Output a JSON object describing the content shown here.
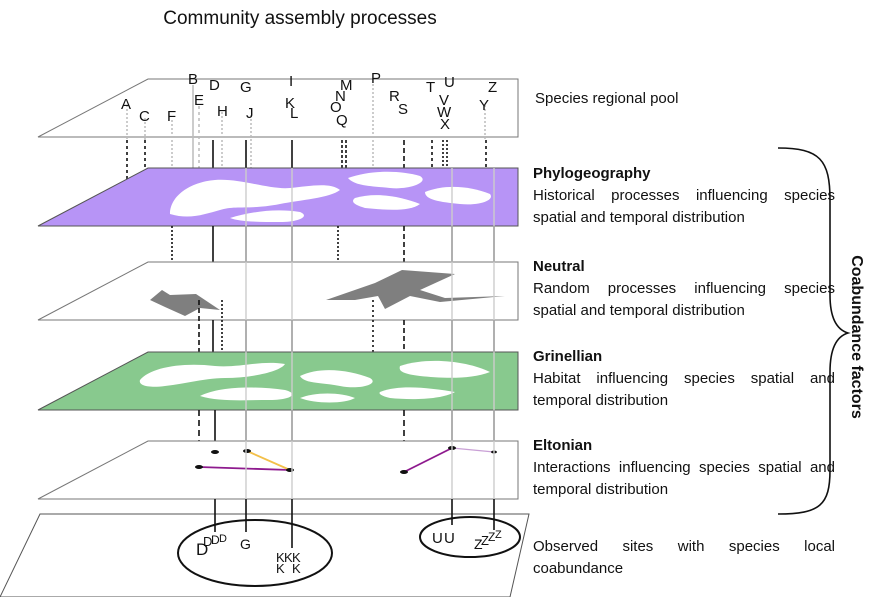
{
  "title": "Community assembly processes",
  "regional_pool_label": "Species regional pool",
  "layers": [
    {
      "title": "Phylogeography",
      "description": "Historical processes influencing species spatial and temporal distribution",
      "color": "#b794f6"
    },
    {
      "title": "Neutral",
      "description": "Random processes influencing species spatial and temporal distribution",
      "color": "#808080"
    },
    {
      "title": "Grinellian",
      "description": "Habitat influencing species spatial and temporal distribution",
      "color": "#88c98e"
    },
    {
      "title": "Eltonian",
      "description": "Interactions influencing species spatial and temporal distribution",
      "color": "#ffffff"
    }
  ],
  "observed_label": "Observed sites with species local coabundance",
  "bracket_label": "Coabundance factors",
  "species": [
    "A",
    "B",
    "C",
    "D",
    "E",
    "F",
    "G",
    "H",
    "I",
    "J",
    "K",
    "L",
    "M",
    "N",
    "O",
    "P",
    "Q",
    "R",
    "S",
    "T",
    "U",
    "V",
    "W",
    "X",
    "Y",
    "Z"
  ],
  "site1_letters": [
    "D",
    "D",
    "D",
    "D",
    "G",
    "K",
    "K",
    "K",
    "K",
    "K"
  ],
  "site2_letters": [
    "U",
    "U",
    "Z",
    "Z",
    "Z",
    "Z"
  ],
  "interaction_colors": {
    "purple": "#8e1a8e",
    "orange": "#f3c04a"
  }
}
